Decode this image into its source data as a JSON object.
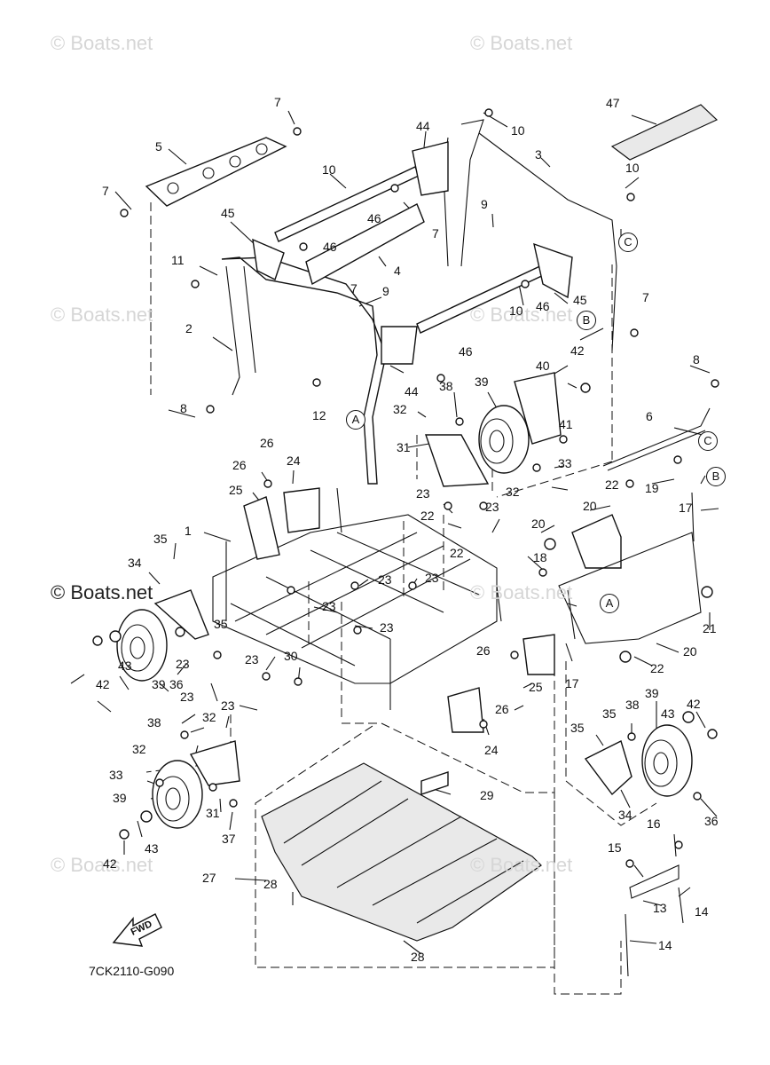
{
  "watermarks": {
    "tl": "© Boats.net",
    "tr": "© Boats.net",
    "ml": "© Boats.net",
    "mc": "© Boats.net",
    "dark": "© Boats.net",
    "c1": "© Boats.net",
    "bl": "© Boats.net",
    "br": "© Boats.net"
  },
  "drawing_code": "7CK2110-G090",
  "fwd_label": "FWD",
  "ref_circles": [
    "A",
    "A",
    "B",
    "B",
    "C",
    "C"
  ],
  "part_numbers": [
    "1",
    "2",
    "3",
    "4",
    "5",
    "6",
    "7",
    "7",
    "7",
    "7",
    "7",
    "8",
    "8",
    "9",
    "9",
    "10",
    "10",
    "10",
    "10",
    "11",
    "12",
    "13",
    "14",
    "14",
    "15",
    "16",
    "17",
    "17",
    "18",
    "19",
    "20",
    "20",
    "20",
    "21",
    "22",
    "22",
    "22",
    "22",
    "23",
    "23",
    "23",
    "23",
    "23",
    "23",
    "23",
    "23",
    "23",
    "23",
    "24",
    "24",
    "25",
    "25",
    "26",
    "26",
    "26",
    "26",
    "27",
    "28",
    "28",
    "29",
    "30",
    "31",
    "31",
    "32",
    "32",
    "32",
    "32",
    "33",
    "33",
    "34",
    "34",
    "35",
    "35",
    "35",
    "35",
    "36",
    "36",
    "37",
    "38",
    "38",
    "38",
    "39",
    "39",
    "39",
    "39",
    "40",
    "41",
    "42",
    "42",
    "42",
    "42",
    "43",
    "43",
    "43",
    "44",
    "44",
    "45",
    "45",
    "46",
    "46",
    "46",
    "46",
    "47"
  ]
}
